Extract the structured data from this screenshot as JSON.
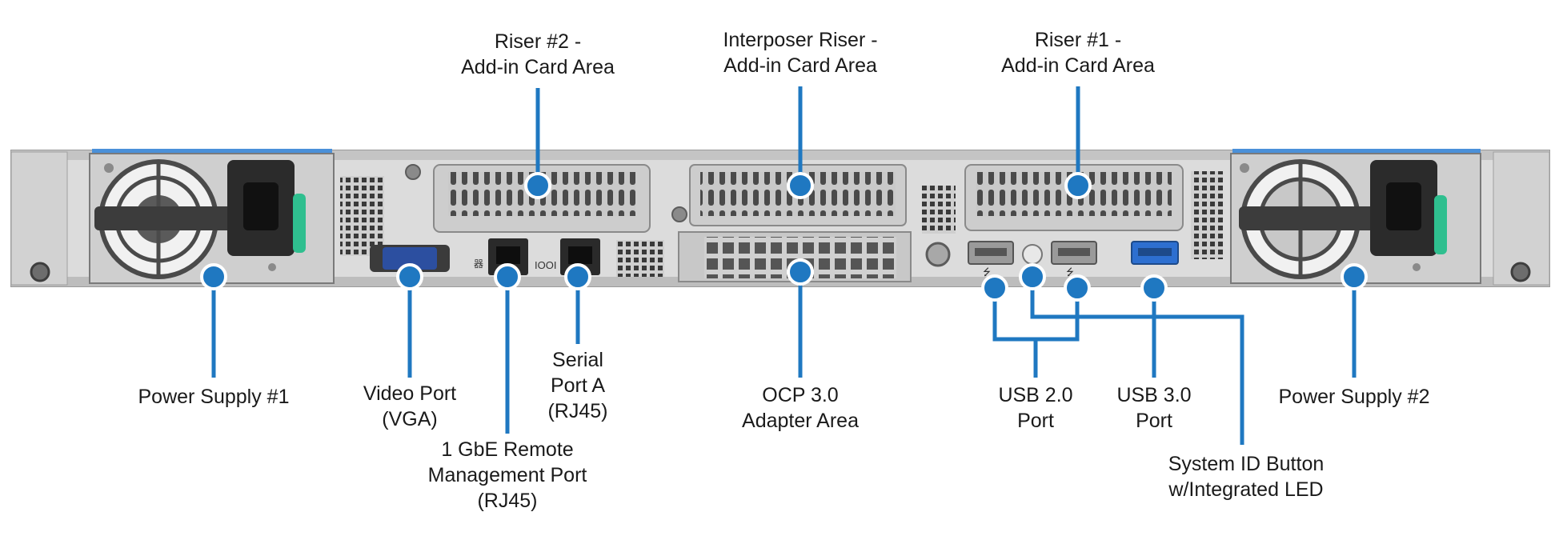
{
  "labels": {
    "riser2": "Riser #2 -\nAdd-in Card Area",
    "interposer": "Interposer Riser -\nAdd-in Card Area",
    "riser1": "Riser #1 -\nAdd-in Card Area",
    "psu1": "Power Supply #1",
    "video": "Video Port\n(VGA)",
    "mgmt": "1 GbE Remote\nManagement Port\n(RJ45)",
    "serial": "Serial\nPort A\n(RJ45)",
    "ocp": "OCP 3.0\nAdapter Area",
    "usb2": "USB 2.0\nPort",
    "usb3": "USB 3.0\nPort",
    "psu2": "Power Supply #2",
    "sysid": "System ID Button\nw/Integrated LED"
  },
  "port_markings": {
    "serial_glyph": "IOOI",
    "mgmt_glyph": "器",
    "usb_glyph": "⭍"
  },
  "colors": {
    "callout": "#1f78c1",
    "chassis": "#d9d9d9",
    "chassis_dark": "#8f8f8f",
    "psu_handle_accent": "#2fbf8f",
    "vga_port": "#2c4fa0",
    "usb3_port": "#2d6fd0",
    "power_top_tab": "#4a90d9"
  }
}
